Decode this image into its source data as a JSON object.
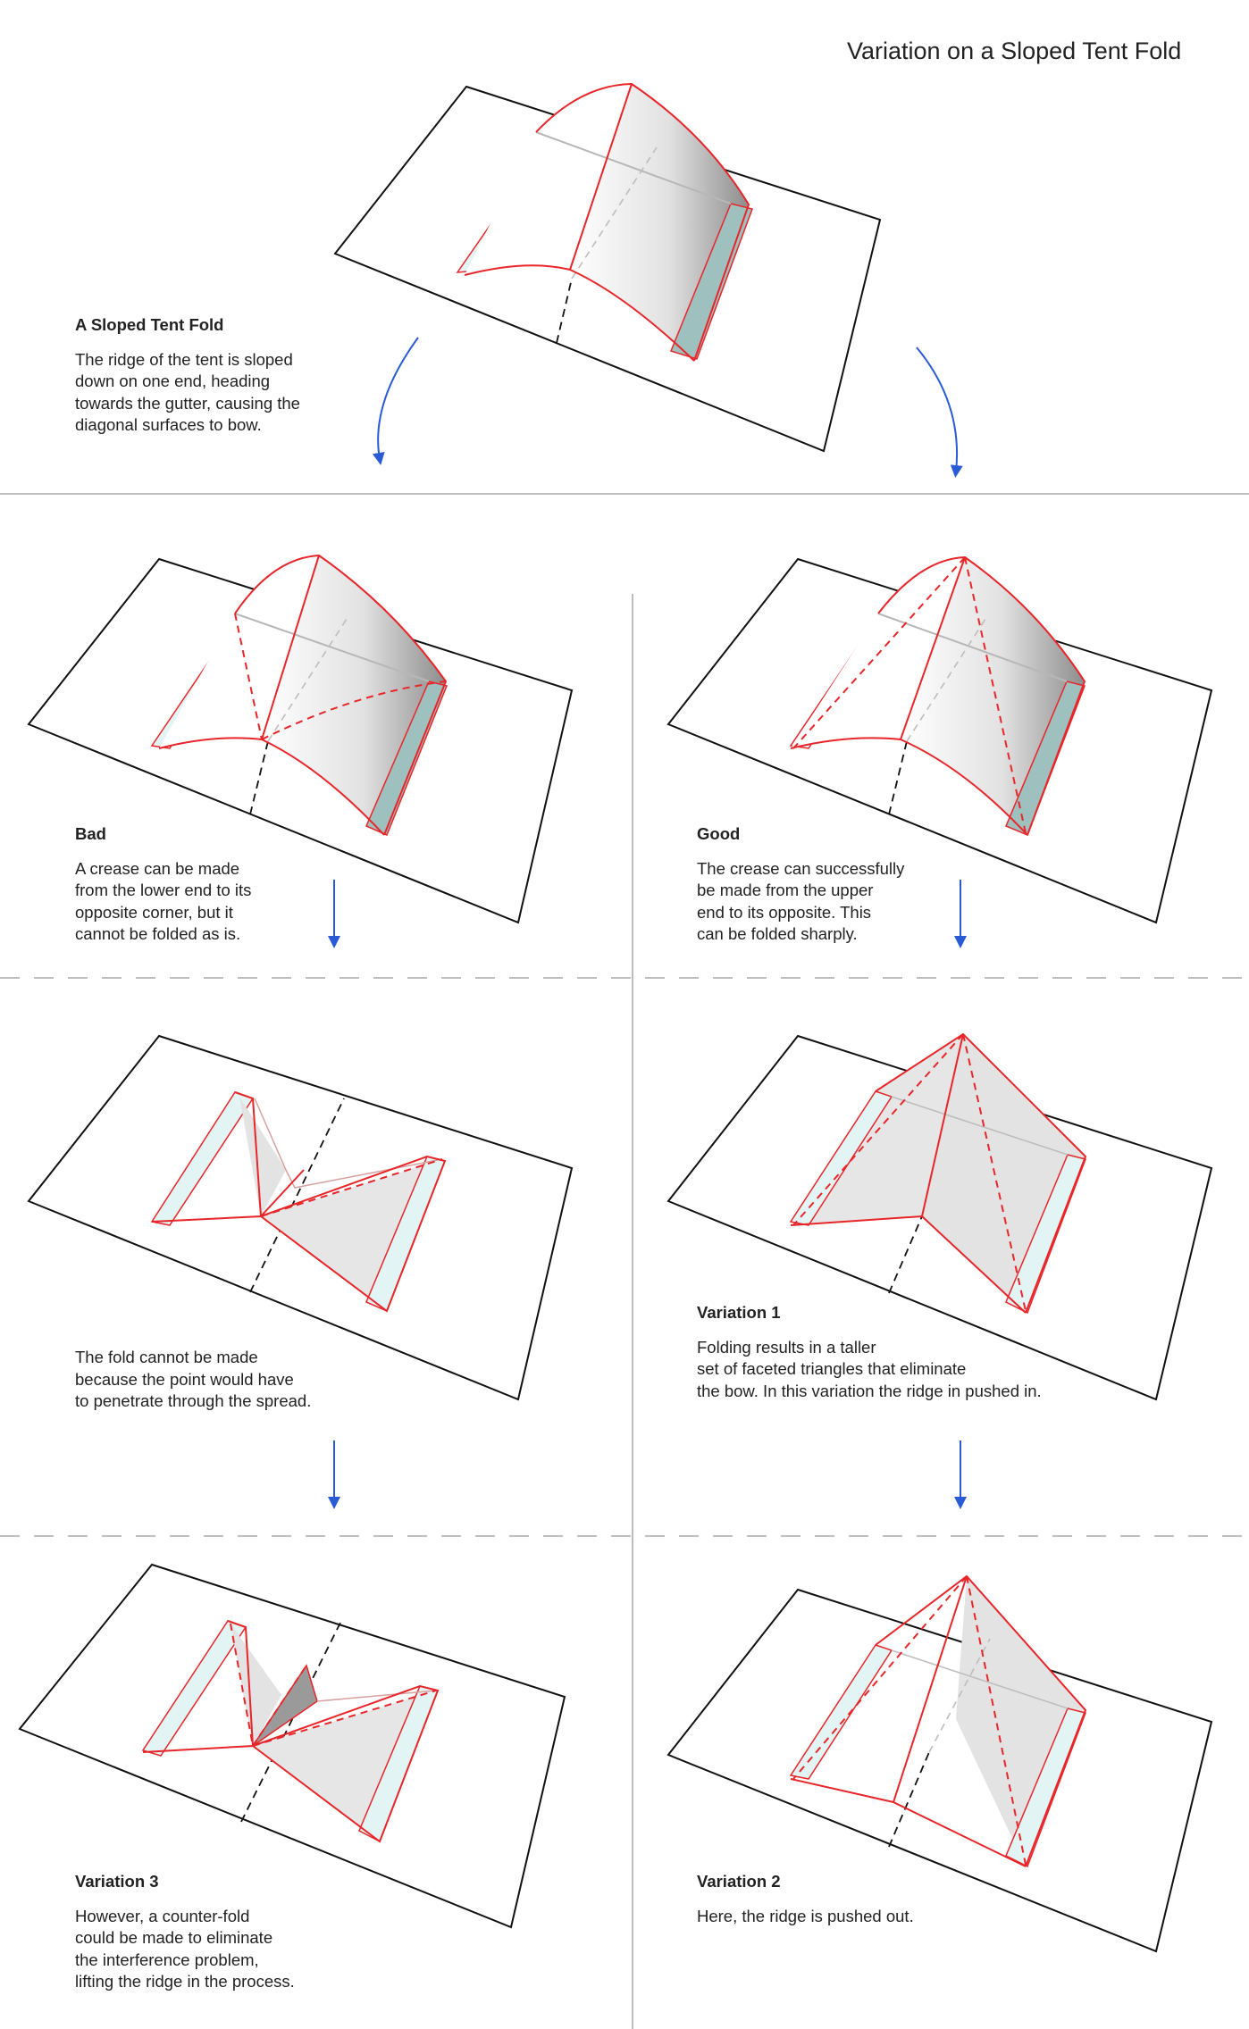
{
  "title": "Variation on a Sloped Tent Fold",
  "colors": {
    "fold": "#e8262a",
    "arrow": "#2a5bd7",
    "paper": "#111111",
    "tab": "#e3f4f4",
    "tabDark": "#8fb3b1",
    "facet": "#e9e9e9"
  },
  "captions": {
    "sloped": {
      "heading": "A Sloped Tent Fold",
      "body": "The ridge of the tent is sloped\ndown on one end, heading\ntowards the gutter, causing the\ndiagonal surfaces to bow."
    },
    "bad": {
      "heading": "Bad",
      "body": "A crease can be made\nfrom the lower end to its\nopposite corner, but it\ncannot be folded as is."
    },
    "good": {
      "heading": "Good",
      "body": "The crease can successfully\nbe made from the upper\nend to its opposite. This\ncan be folded sharply."
    },
    "cannot": {
      "heading": "",
      "body": "The fold cannot be made\nbecause the point would have\nto penetrate through the spread."
    },
    "var1": {
      "heading": "Variation 1",
      "body": "Folding results in a taller\nset of faceted triangles that eliminate\nthe bow. In this variation the ridge in pushed in."
    },
    "var3": {
      "heading": "Variation 3",
      "body": "However, a counter-fold\ncould be made to eliminate\nthe interference problem,\nlifting the ridge in the process."
    },
    "var2": {
      "heading": "Variation 2",
      "body": "Here, the ridge is pushed out."
    }
  }
}
